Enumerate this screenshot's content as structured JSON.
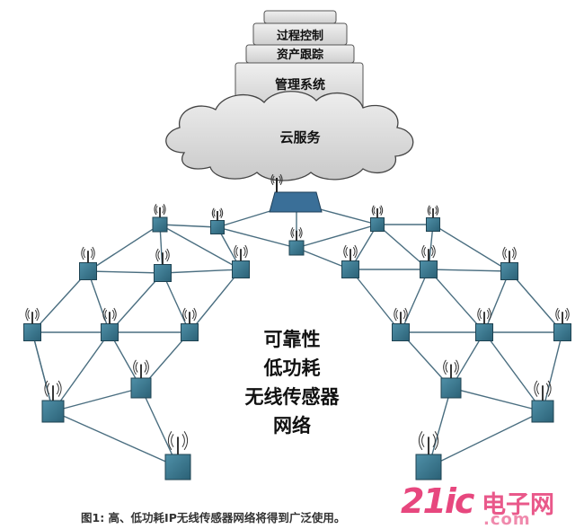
{
  "stack": {
    "layers": [
      "过程控制",
      "资产跟踪",
      "管理系统"
    ],
    "cloud": "云服务"
  },
  "center_text": [
    "可靠性",
    "低功耗",
    "无线传感器",
    "网络"
  ],
  "caption": "图1: 高、低功耗IP无线传感器网络将得到广泛使用。",
  "watermark": {
    "main": "21ic",
    "cn": "电子网",
    "com": ".com"
  },
  "colors": {
    "node": "#3d7c93",
    "node_dark": "#2c5f72",
    "router": "#3a6f98",
    "cloud": "#d9d9d9",
    "box": "#dcdcdc",
    "link": "#4a6e80",
    "watermark": "#e7477e"
  }
}
